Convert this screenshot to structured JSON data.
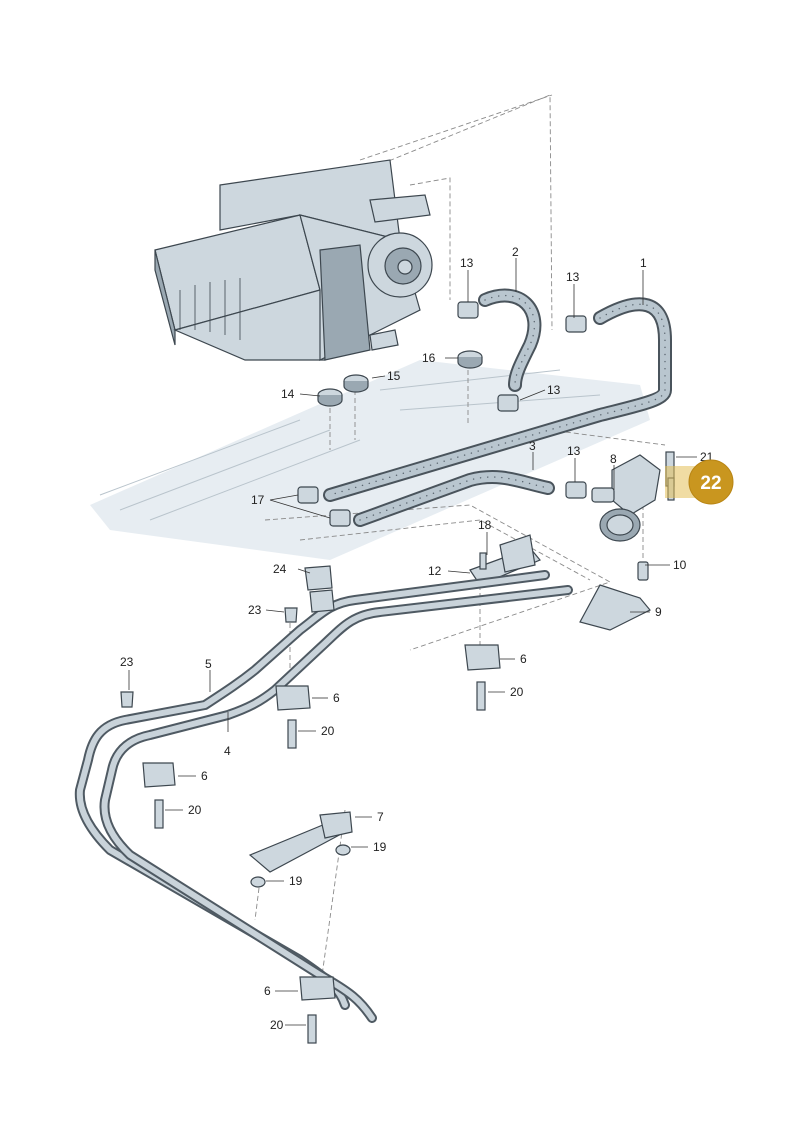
{
  "callouts": [
    {
      "id": "c1",
      "text": "1"
    },
    {
      "id": "c2",
      "text": "2"
    },
    {
      "id": "c3",
      "text": "3"
    },
    {
      "id": "c4",
      "text": "4"
    },
    {
      "id": "c5",
      "text": "5"
    },
    {
      "id": "c6a",
      "text": "6"
    },
    {
      "id": "c6b",
      "text": "6"
    },
    {
      "id": "c6c",
      "text": "6"
    },
    {
      "id": "c6d",
      "text": "6"
    },
    {
      "id": "c7",
      "text": "7"
    },
    {
      "id": "c8",
      "text": "8"
    },
    {
      "id": "c9",
      "text": "9"
    },
    {
      "id": "c10",
      "text": "10"
    },
    {
      "id": "c12",
      "text": "12"
    },
    {
      "id": "c13a",
      "text": "13"
    },
    {
      "id": "c13b",
      "text": "13"
    },
    {
      "id": "c13c",
      "text": "13"
    },
    {
      "id": "c13d",
      "text": "13"
    },
    {
      "id": "c14",
      "text": "14"
    },
    {
      "id": "c15",
      "text": "15"
    },
    {
      "id": "c16",
      "text": "16"
    },
    {
      "id": "c17",
      "text": "17"
    },
    {
      "id": "c18",
      "text": "18"
    },
    {
      "id": "c19a",
      "text": "19"
    },
    {
      "id": "c19b",
      "text": "19"
    },
    {
      "id": "c20a",
      "text": "20"
    },
    {
      "id": "c20b",
      "text": "20"
    },
    {
      "id": "c20c",
      "text": "20"
    },
    {
      "id": "c20d",
      "text": "20"
    },
    {
      "id": "c21",
      "text": "21"
    },
    {
      "id": "c23a",
      "text": "23"
    },
    {
      "id": "c23b",
      "text": "23"
    },
    {
      "id": "c24",
      "text": "24"
    }
  ],
  "highlight": {
    "text": "22",
    "color": "#c9961f"
  }
}
